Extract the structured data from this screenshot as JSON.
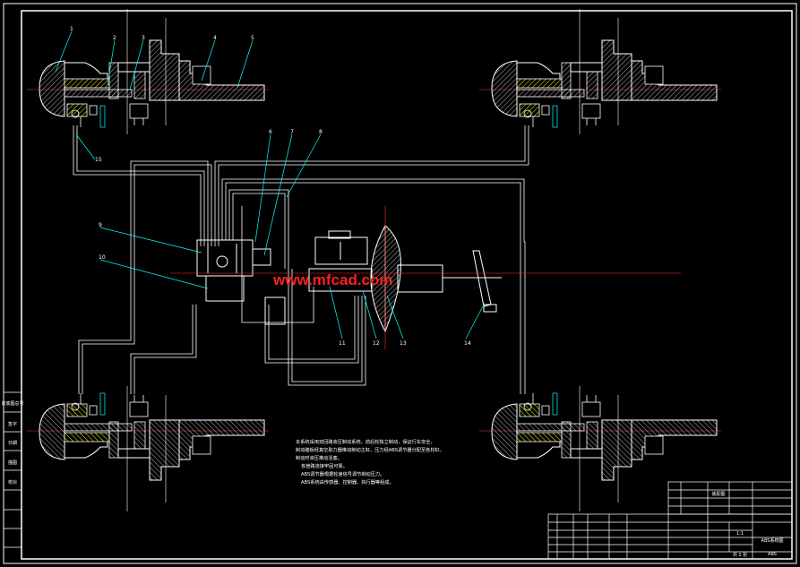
{
  "drawing": {
    "watermark": "www.mfcad.com",
    "notes": [
      "本系统采用双回路液压制动系统，前后轮独立制动，保证行车安全，",
      "制动踏板经真空助力器推动制动主缸，压力经ABS调节器分配至各轮缸，",
      "制动时液压推动活塞。",
      "各管路连接牢固可靠。",
      "ABS调节器根据轮速信号调节制动压力。",
      "ABS系统由传感器、控制器、执行器等组成。"
    ],
    "callouts": [
      "1",
      "2",
      "3",
      "4",
      "5",
      "6",
      "7",
      "8",
      "9",
      "10",
      "11",
      "12",
      "13",
      "14",
      "15"
    ],
    "side_labels": [
      "旧底图总号",
      "签字",
      "日期",
      "描图",
      "校对"
    ],
    "title_block": {
      "drawing_name": "ABS系统图",
      "drawing_code": "ABS",
      "scale": "1:1",
      "sheet": "共 1 张",
      "project": "装配图"
    }
  }
}
